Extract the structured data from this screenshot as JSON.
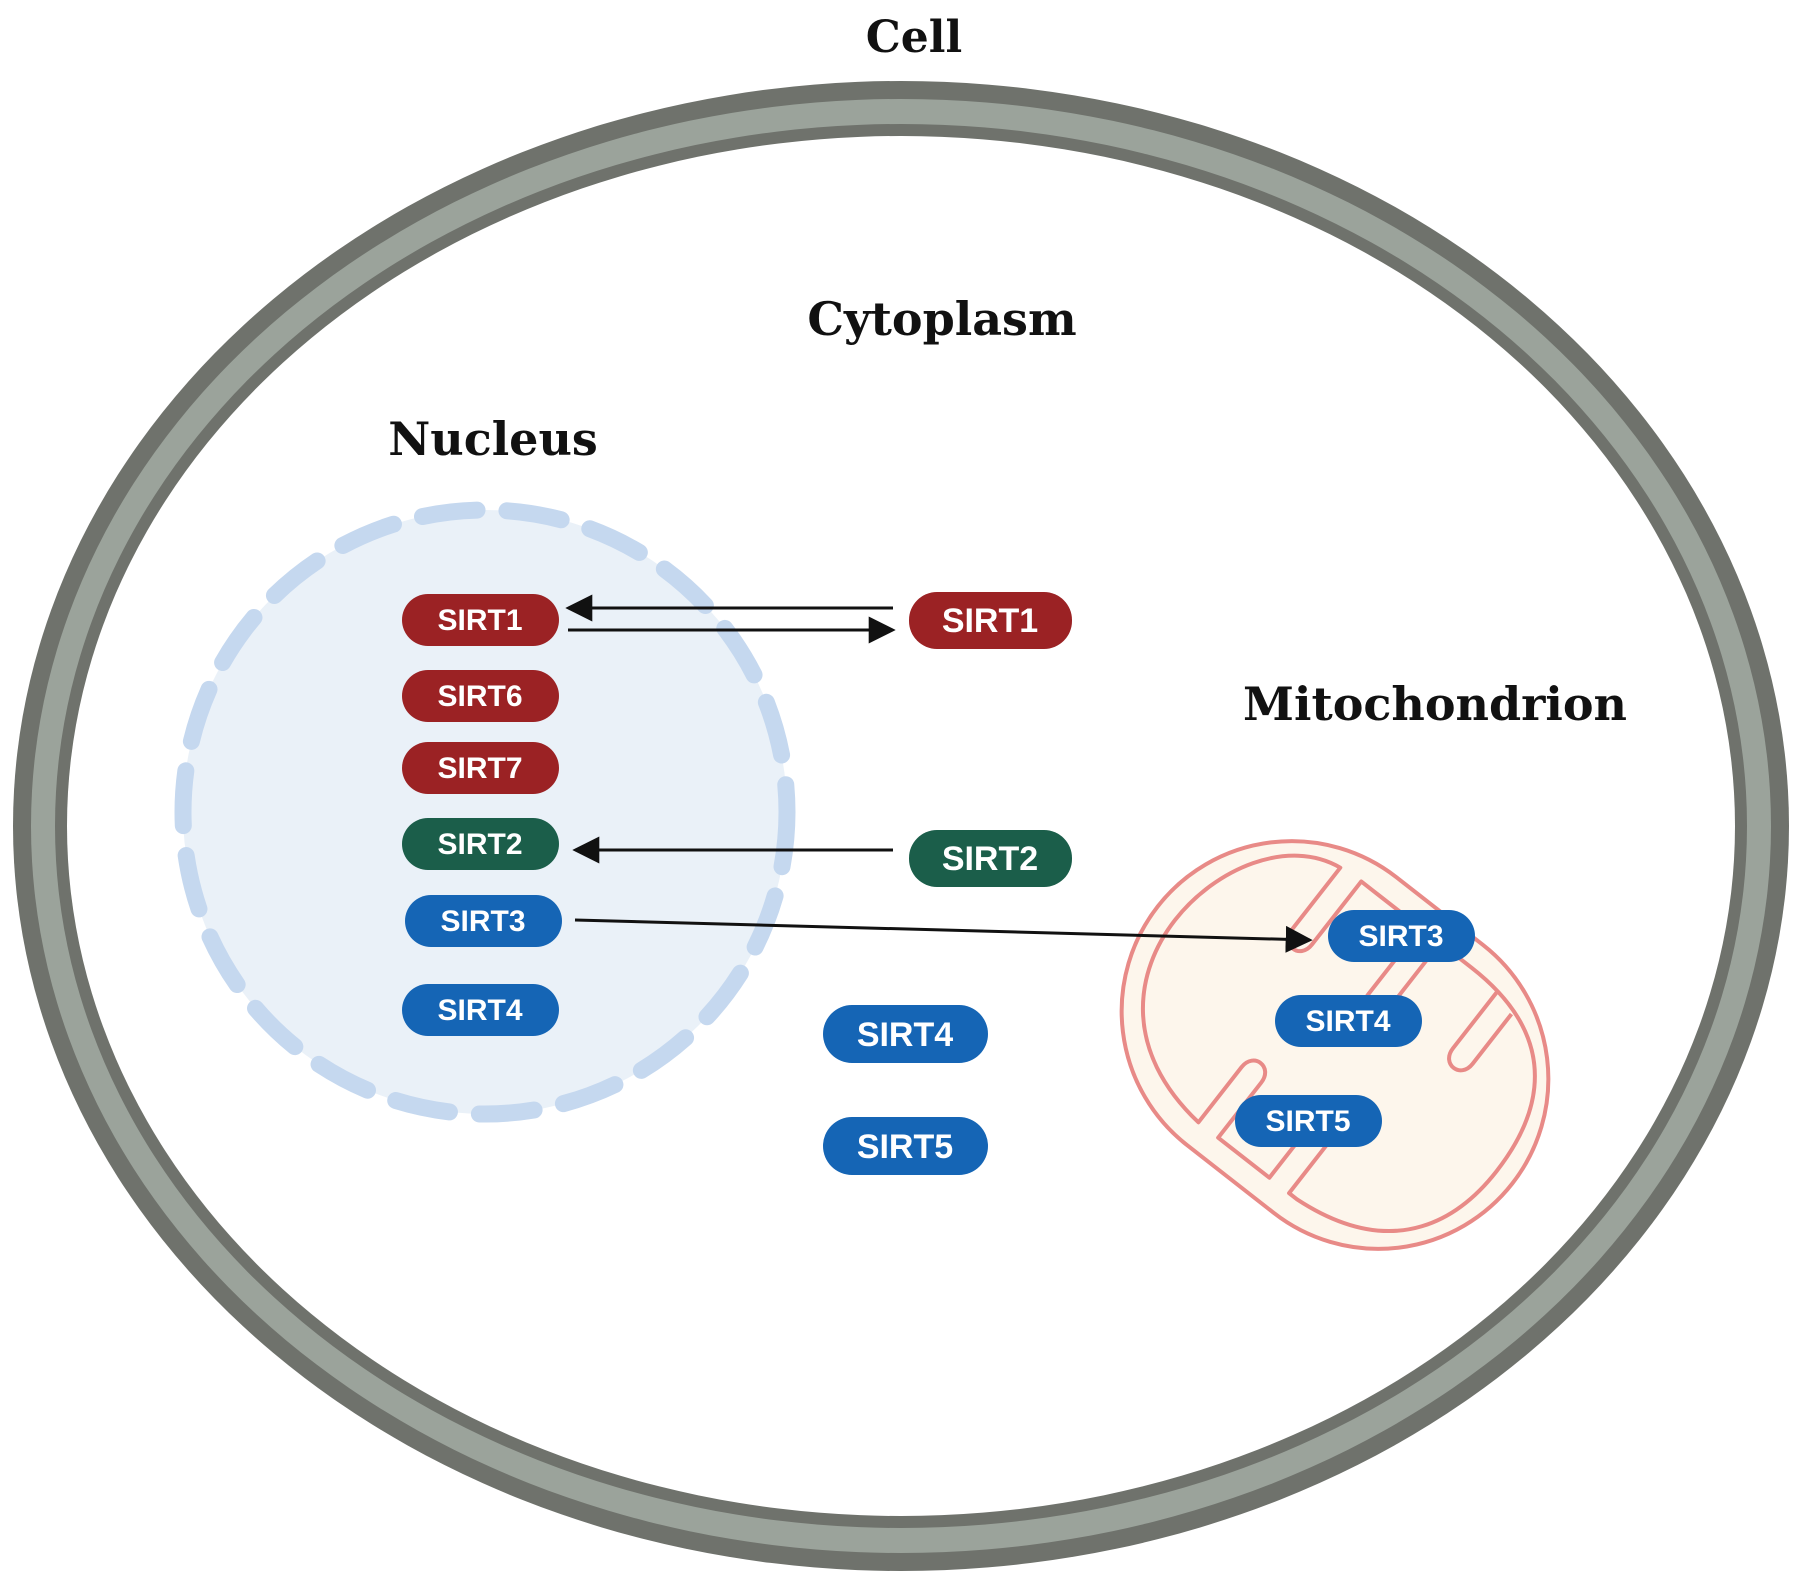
{
  "labels": {
    "cell": "Cell",
    "cytoplasm": "Cytoplasm",
    "nucleus": "Nucleus",
    "mitochondrion": "Mitochondrion"
  },
  "colors": {
    "membrane_outer": "#6f726c",
    "membrane_inner": "#9ba39b",
    "nucleus_fill": "#eaf1f8",
    "nucleus_stroke": "#c5d8ef",
    "mito_fill": "#fdf6ec",
    "mito_stroke": "#e88a87",
    "sirt_red": "#9b2224",
    "sirt_green": "#1b5e4a",
    "sirt_blue": "#1565b5",
    "arrow": "#111111"
  },
  "nucleus_proteins": [
    "SIRT1",
    "SIRT6",
    "SIRT7",
    "SIRT2",
    "SIRT3",
    "SIRT4"
  ],
  "cytoplasm_proteins": [
    "SIRT1",
    "SIRT2",
    "SIRT4",
    "SIRT5"
  ],
  "mitochondrion_proteins": [
    "SIRT3",
    "SIRT4",
    "SIRT5"
  ],
  "translocations": [
    {
      "from": "SIRT1 (cytoplasm)",
      "to": "SIRT1 (nucleus)"
    },
    {
      "from": "SIRT1 (nucleus)",
      "to": "SIRT1 (cytoplasm)"
    },
    {
      "from": "SIRT2 (cytoplasm)",
      "to": "SIRT2 (nucleus)"
    },
    {
      "from": "SIRT3 (nucleus)",
      "to": "SIRT3 (mitochondrion)"
    }
  ]
}
